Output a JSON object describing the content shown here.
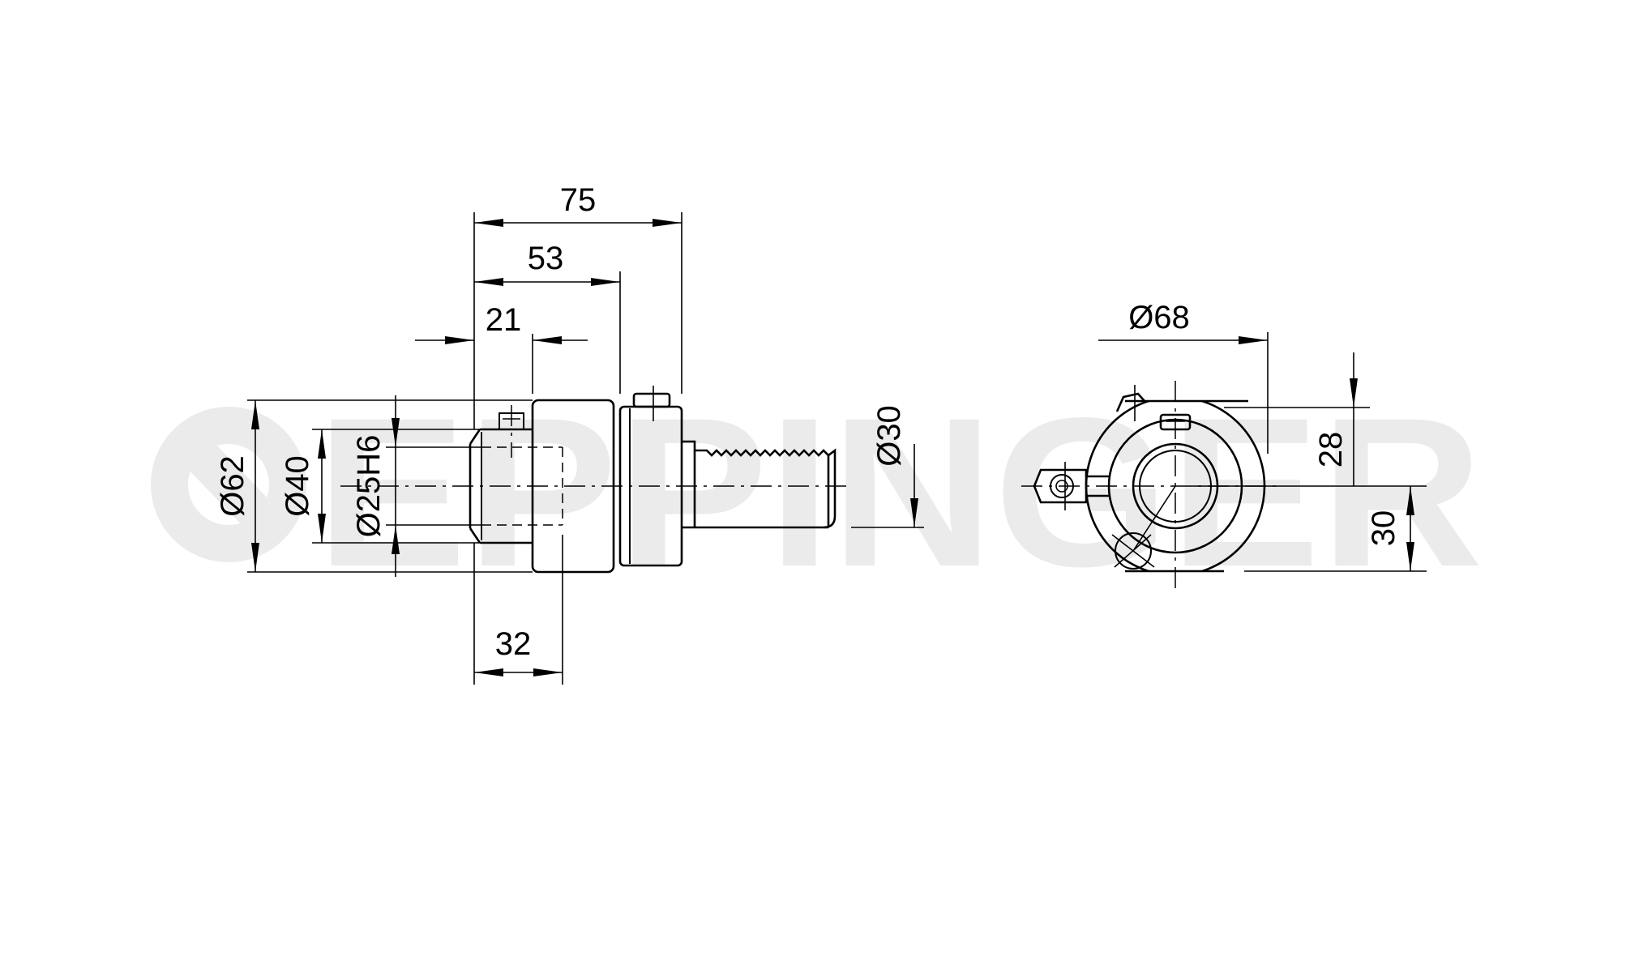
{
  "watermark": {
    "text": "EPPINGER",
    "color": "#ebebeb"
  },
  "line_color": "#000000",
  "side_view": {
    "dimensions": {
      "length_total": "75",
      "length_body": "53",
      "length_offset": "21",
      "length_bore": "32",
      "dia_outer": "Ø62",
      "dia_collar": "Ø40",
      "dia_bore": "Ø25H6",
      "dia_shank": "Ø30"
    }
  },
  "front_view": {
    "dimensions": {
      "dia_flange": "Ø68",
      "height_upper": "28",
      "height_lower": "30"
    }
  }
}
